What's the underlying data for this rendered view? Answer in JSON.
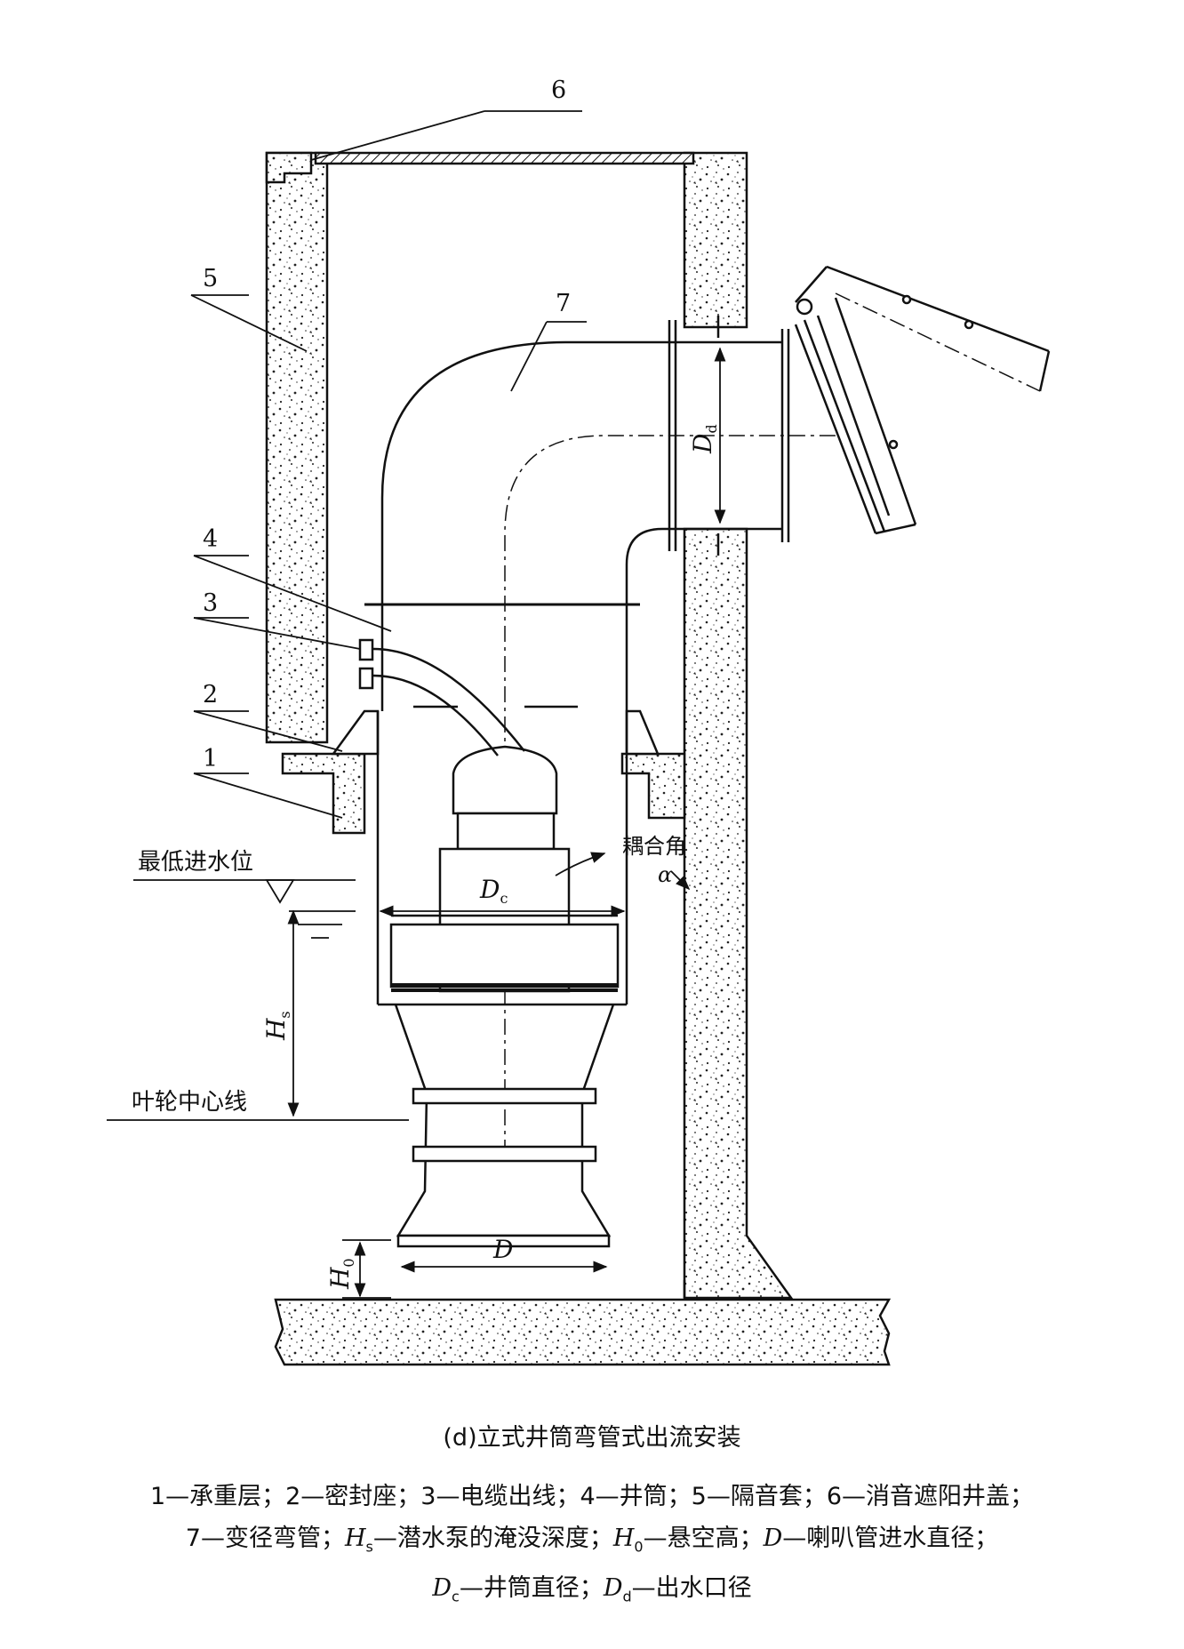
{
  "labels": {
    "n1": "1",
    "n2": "2",
    "n3": "3",
    "n4": "4",
    "n5": "5",
    "n6": "6",
    "n7": "7"
  },
  "annotations": {
    "min_water_level": "最低进水位",
    "impeller_centerline": "叶轮中心线",
    "coupling_angle": "耦合角",
    "alpha": "α"
  },
  "dims": {
    "Dd": "D",
    "Dd_sub": "d",
    "Dc": "D",
    "Dc_sub": "c",
    "Hs": "H",
    "Hs_sub": "s",
    "H0": "H",
    "H0_sub": "0",
    "D": "D"
  },
  "caption": "(d)立式井筒弯管式出流安装",
  "legend": {
    "line1": "1—承重层；2—密封座；3—电缆出线；4—井筒；5—隔音套；6—消音遮阳井盖；",
    "line2_a": "7—变径弯管；",
    "line2_hs": "H",
    "line2_hs_sub": "s",
    "line2_b": "—潜水泵的淹没深度；",
    "line2_h0": "H",
    "line2_h0_sub": "0",
    "line2_c": "—悬空高；",
    "line2_d": "D",
    "line2_e": "—喇叭管进水直径；",
    "line3_dc": "D",
    "line3_dc_sub": "c",
    "line3_a": "—井筒直径；",
    "line3_dd": "D",
    "line3_dd_sub": "d",
    "line3_b": "—出水口径"
  }
}
